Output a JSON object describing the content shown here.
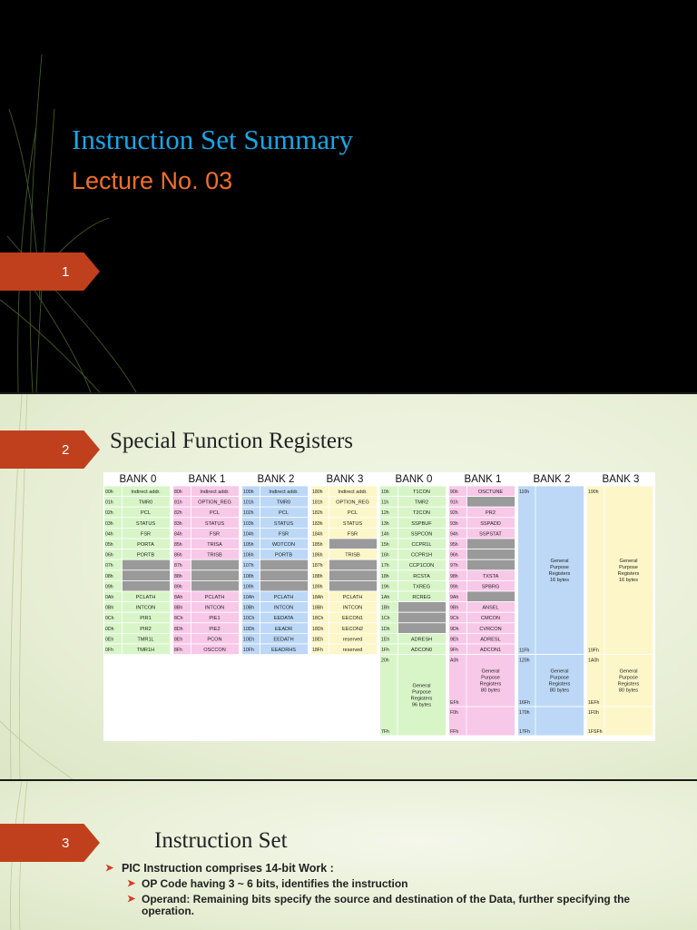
{
  "slide1": {
    "title": "Instruction Set Summary",
    "subtitle": "Lecture No. 03",
    "number": "1"
  },
  "slide2": {
    "number": "2",
    "title": "Special Function Registers",
    "banks": [
      "BANK 0",
      "BANK 1",
      "BANK 2",
      "BANK 3",
      "BANK 0",
      "BANK 1",
      "BANK 2",
      "BANK 3"
    ],
    "colors": {
      "green": "#d8f5c8",
      "pink": "#f8c8e8",
      "blue": "#bcd8f6",
      "yellow": "#fdf6c8",
      "gray": "#9a9a9a"
    },
    "col0": [
      [
        "00h",
        "Indirect addr."
      ],
      [
        "01h",
        "TMR0"
      ],
      [
        "02h",
        "PCL"
      ],
      [
        "03h",
        "STATUS"
      ],
      [
        "04h",
        "FSR"
      ],
      [
        "05h",
        "PORTA"
      ],
      [
        "06h",
        "PORTB"
      ],
      [
        "07h",
        ""
      ],
      [
        "08h",
        ""
      ],
      [
        "09h",
        ""
      ],
      [
        "0Ah",
        "PCLATH"
      ],
      [
        "0Bh",
        "INTCON"
      ],
      [
        "0Ch",
        "PIR1"
      ],
      [
        "0Dh",
        "PIR2"
      ],
      [
        "0Eh",
        "TMR1L"
      ],
      [
        "0Fh",
        "TMR1H"
      ]
    ],
    "col1": [
      [
        "80h",
        "Indirect addr."
      ],
      [
        "81h",
        "OPTION_REG"
      ],
      [
        "82h",
        "PCL"
      ],
      [
        "83h",
        "STATUS"
      ],
      [
        "84h",
        "FSR"
      ],
      [
        "85h",
        "TRISA"
      ],
      [
        "86h",
        "TRISB"
      ],
      [
        "87h",
        ""
      ],
      [
        "88h",
        ""
      ],
      [
        "89h",
        ""
      ],
      [
        "8Ah",
        "PCLATH"
      ],
      [
        "8Bh",
        "INTCON"
      ],
      [
        "8Ch",
        "PIE1"
      ],
      [
        "8Dh",
        "PIE2"
      ],
      [
        "8Eh",
        "PCON"
      ],
      [
        "8Fh",
        "OSCCON"
      ]
    ],
    "col2": [
      [
        "100h",
        "Indirect addr."
      ],
      [
        "101h",
        "TMR0"
      ],
      [
        "102h",
        "PCL"
      ],
      [
        "103h",
        "STATUS"
      ],
      [
        "104h",
        "FSR"
      ],
      [
        "105h",
        "WDTCON"
      ],
      [
        "106h",
        "PORTB"
      ],
      [
        "107h",
        ""
      ],
      [
        "108h",
        ""
      ],
      [
        "109h",
        ""
      ],
      [
        "10Ah",
        "PCLATH"
      ],
      [
        "10Bh",
        "INTCON"
      ],
      [
        "10Ch",
        "EEDATA"
      ],
      [
        "10Dh",
        "EEADR"
      ],
      [
        "10Eh",
        "EEDATH"
      ],
      [
        "10Fh",
        "EEADRHS"
      ]
    ],
    "col3": [
      [
        "180h",
        "Indirect addr."
      ],
      [
        "181h",
        "OPTION_REG"
      ],
      [
        "182h",
        "PCL"
      ],
      [
        "183h",
        "STATUS"
      ],
      [
        "184h",
        "FSR"
      ],
      [
        "185h",
        ""
      ],
      [
        "186h",
        "TRISB"
      ],
      [
        "187h",
        ""
      ],
      [
        "188h",
        ""
      ],
      [
        "189h",
        ""
      ],
      [
        "18Ah",
        "PCLATH"
      ],
      [
        "18Bh",
        "INTCON"
      ],
      [
        "18Ch",
        "EECON1"
      ],
      [
        "18Dh",
        "EECON2"
      ],
      [
        "18Eh",
        "reserved"
      ],
      [
        "18Fh",
        "reserved"
      ]
    ],
    "col4": [
      [
        "10h",
        "T1CON"
      ],
      [
        "11h",
        "TMR2"
      ],
      [
        "12h",
        "T2CON"
      ],
      [
        "13h",
        "SSPBUF"
      ],
      [
        "14h",
        "SSPCON"
      ],
      [
        "15h",
        "CCPR1L"
      ],
      [
        "16h",
        "CCPR1H"
      ],
      [
        "17h",
        "CCP1CON"
      ],
      [
        "18h",
        "RCSTA"
      ],
      [
        "19h",
        "TXREG"
      ],
      [
        "1Ah",
        "RCREG"
      ],
      [
        "1Bh",
        ""
      ],
      [
        "1Ch",
        ""
      ],
      [
        "1Dh",
        ""
      ],
      [
        "1Eh",
        "ADRESH"
      ],
      [
        "1Fh",
        "ADCON0"
      ]
    ],
    "col5": [
      [
        "90h",
        "OSCTUNE"
      ],
      [
        "91h",
        ""
      ],
      [
        "92h",
        "PR2"
      ],
      [
        "93h",
        "SSPADD"
      ],
      [
        "94h",
        "SSPSTAT"
      ],
      [
        "95h",
        ""
      ],
      [
        "96h",
        ""
      ],
      [
        "97h",
        ""
      ],
      [
        "98h",
        "TXSTA"
      ],
      [
        "99h",
        "SPBRG"
      ],
      [
        "9Ah",
        ""
      ],
      [
        "9Bh",
        "ANSEL"
      ],
      [
        "9Ch",
        "CMCON"
      ],
      [
        "9Dh",
        "CVRCON"
      ],
      [
        "9Eh",
        "ADRESL"
      ],
      [
        "9Fh",
        "ADCON1"
      ]
    ],
    "gpr": {
      "b0_top": "20h",
      "b0_bot": "7Fh",
      "b0_text": [
        "General",
        "Purpose",
        "Registers",
        "96 bytes"
      ],
      "b1_top": "A0h",
      "b1_mid": "EFh",
      "b1_f0": "F0h",
      "b1_bot": "FFh",
      "b1_text": [
        "General",
        "Purpose",
        "Registers",
        "80 bytes"
      ],
      "b2_top": "110h",
      "b2_mid": "11Fh",
      "b2_top2": "120h",
      "b2_mid2": "16Fh",
      "b2_f0": "170h",
      "b2_bot": "17Fh",
      "b2_text1": [
        "General",
        "Purpose",
        "Registers",
        "16 bytes"
      ],
      "b2_text2": [
        "General",
        "Purpose",
        "Registers",
        "80 bytes"
      ],
      "b3_top": "190h",
      "b3_mid": "19Fh",
      "b3_top2": "1A0h",
      "b3_mid2": "1EFh",
      "b3_f0": "1F0h",
      "b3_bot": "1FSFh",
      "b3_text1": [
        "General",
        "Purpose",
        "Registers",
        "16 bytes"
      ],
      "b3_text2": [
        "General",
        "Purpose",
        "Registers",
        "80 bytes"
      ]
    }
  },
  "slide3": {
    "number": "3",
    "title": "Instruction Set",
    "bullet1": "PIC Instruction comprises 14-bit Work :",
    "sub1": "OP Code having 3 ~ 6 bits, identifies the instruction",
    "sub2": "Operand: Remaining bits specify the source and destination of the Data, further specifying the operation."
  }
}
